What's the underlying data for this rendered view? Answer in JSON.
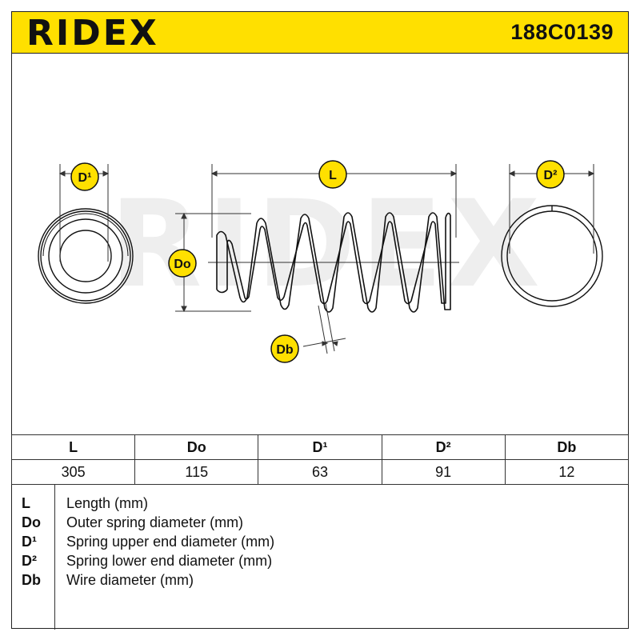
{
  "header": {
    "brand": "RIDEX",
    "part_number": "188C0139"
  },
  "diagram": {
    "labels": {
      "d1": "D¹",
      "d2": "D²",
      "length": "L",
      "outer_diameter": "Do",
      "wire_diameter": "Db"
    },
    "watermark": "RIDEX",
    "label_badge_color": "#ffe000"
  },
  "specs": {
    "headers": [
      "L",
      "Do",
      "D¹",
      "D²",
      "Db"
    ],
    "values": [
      "305",
      "115",
      "63",
      "91",
      "12"
    ]
  },
  "legend": [
    {
      "key": "L",
      "text": "Length (mm)"
    },
    {
      "key": "Do",
      "text": "Outer spring diameter (mm)"
    },
    {
      "key": "D¹",
      "text": "Spring upper end diameter (mm)"
    },
    {
      "key": "D²",
      "text": "Spring lower end diameter (mm)"
    },
    {
      "key": "Db",
      "text": "Wire diameter (mm)"
    }
  ],
  "colors": {
    "accent": "#ffe000",
    "ink": "#111111",
    "watermark": "#eeeeee"
  }
}
